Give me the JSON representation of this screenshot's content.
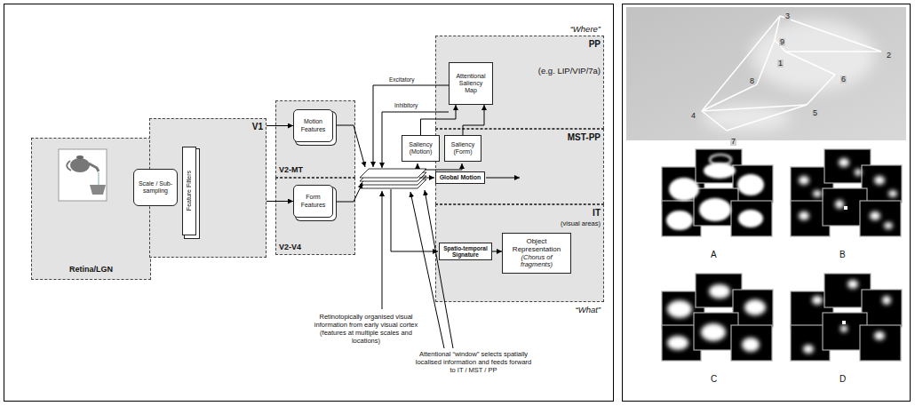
{
  "diagram": {
    "nodes": [
      {
        "text": [
          "Retina/LGN"
        ]
      },
      {
        "text": [
          "V1"
        ]
      },
      {
        "text": [
          "Scale / Sub-sampling"
        ]
      },
      {
        "text": [
          "Feature Filters"
        ],
        "in": 1
      },
      {
        "text": [
          "V2-MT"
        ]
      },
      {
        "text": [
          "Motion Features"
        ],
        "in": 4
      },
      {
        "text": [
          "V2-V4"
        ]
      },
      {
        "text": [
          "Form Features"
        ],
        "in": 6
      },
      {
        "text": [
          "“Where”",
          "PP",
          "(e.g. LIP/VIP/7a)"
        ]
      },
      {
        "text": [
          "Attentional Saliency Map"
        ],
        "in": 8
      },
      {
        "text": [
          "MST-PP"
        ]
      },
      {
        "text": [
          "Saliency (Motion)"
        ]
      },
      {
        "text": [
          "Saliency (Form)"
        ],
        "in": 10
      },
      {
        "text": [
          "Global Motion"
        ],
        "in": 10
      },
      {
        "text": [
          "IT",
          "(visual areas)",
          "“What”"
        ]
      },
      {
        "text": [
          "Spatio-temporal Signature"
        ],
        "in": 14
      },
      {
        "text": [
          "Object Representation",
          "(Chorus of fragments)"
        ],
        "in": 14
      }
    ],
    "edges": [
      {
        "from": 1,
        "to": 5,
        "arrow": "to"
      },
      {
        "from": 1,
        "to": 7,
        "arrow": "to"
      },
      {
        "from": 11,
        "to": 9,
        "arrow": "to"
      },
      {
        "from": 12,
        "to": 9,
        "arrow": "to"
      },
      {
        "from": 15,
        "to": 16,
        "arrow": "to"
      }
    ],
    "labels": [
      "Excitatory",
      "Inhibitory",
      "Retinotopically organised visual information from early visual cortex (features at multiple scales and locations)",
      "Attentional “window” selects spatially localised information and feeds forward to IT / MST / PP",
      "1",
      "2",
      "3",
      "4",
      "5",
      "6",
      "7",
      "8",
      "9",
      "A",
      "B",
      "C",
      "D"
    ]
  }
}
